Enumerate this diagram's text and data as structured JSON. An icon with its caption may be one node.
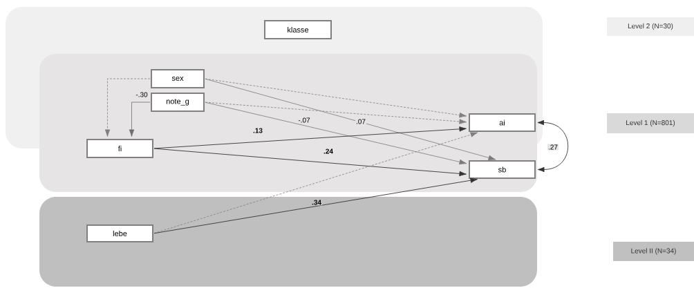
{
  "diagram": {
    "nodes": [
      {
        "text": [],
        "shape": "box"
      },
      {
        "text": [
          "klasse"
        ],
        "in": 0
      },
      {
        "text": [
          "Level 2 (N=30)"
        ]
      },
      {
        "text": [],
        "shape": "box"
      },
      {
        "text": [
          "sex"
        ]
      },
      {
        "text": [
          "note_g"
        ]
      },
      {
        "text": [
          "fi"
        ],
        "in": 3
      },
      {
        "text": [
          "ai"
        ]
      },
      {
        "text": [
          "sb"
        ],
        "in": 3
      },
      {
        "text": [
          "Level 1 (N=801)"
        ]
      },
      {
        "text": [],
        "shape": "box"
      },
      {
        "text": [
          "lebe"
        ],
        "in": 10
      },
      {
        "text": [
          "Level II (N=34)"
        ]
      }
    ],
    "edges": [
      {
        "from": 4,
        "to": 6,
        "arrow": "to",
        "style": "dashed",
        "color": "#7f7f7f"
      },
      {
        "from": 5,
        "to": 6,
        "arrow": "to",
        "label": "-.30",
        "color": "#6f6f6f"
      },
      {
        "from": 4,
        "to": 7,
        "arrow": "to",
        "style": "dashed",
        "color": "#7f7f7f"
      },
      {
        "from": 4,
        "to": 8,
        "arrow": "to",
        "label": ".07",
        "color": "#7a7a7a"
      },
      {
        "from": 5,
        "to": 7,
        "arrow": "to",
        "style": "dashed",
        "color": "#7f7f7f"
      },
      {
        "from": 5,
        "to": 8,
        "arrow": "to",
        "label": "-.07",
        "color": "#7a7a7a"
      },
      {
        "from": 6,
        "to": 7,
        "arrow": "to",
        "label": ".13"
      },
      {
        "from": 6,
        "to": 8,
        "arrow": "to",
        "label": ".24"
      },
      {
        "from": 11,
        "to": 7,
        "arrow": "to",
        "style": "dashed",
        "color": "#7f7f7f"
      },
      {
        "from": 11,
        "to": 8,
        "arrow": "to",
        "label": ".34"
      },
      {
        "from": 7,
        "to": 8,
        "arrow": "both",
        "label": ".27"
      }
    ]
  }
}
